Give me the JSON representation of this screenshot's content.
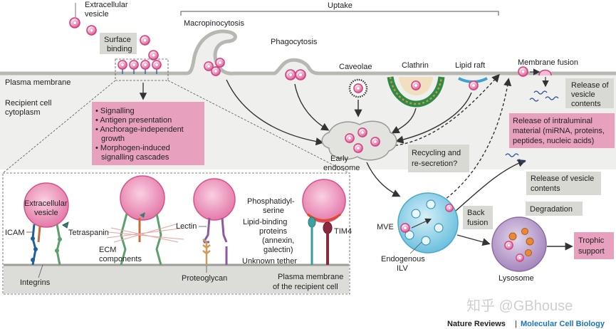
{
  "labels": {
    "extracellular_vesicle_top": [
      "Extracellular",
      "vesicle"
    ],
    "uptake": "Uptake",
    "surface_binding": [
      "Surface",
      "binding"
    ],
    "macropinocytosis": "Macropinocytosis",
    "phagocytosis": "Phagocytosis",
    "caveolae": "Caveolae",
    "clathrin": "Clathrin",
    "lipid_raft": "Lipid raft",
    "membrane_fusion": "Membrane fusion",
    "plasma_membrane": "Plasma membrane",
    "recipient_cell_cytoplasm": [
      "Recipient cell",
      "cytoplasm"
    ],
    "early_endosome": [
      "Early",
      "endosome"
    ],
    "recycling": [
      "Recycling and",
      "re-secretion?"
    ],
    "mve": "MVE",
    "endogenous_ilv": [
      "Endogenous",
      "ILV"
    ],
    "back_fusion": [
      "Back",
      "fusion"
    ],
    "lysosome": "Lysosome",
    "degradation": "Degradation",
    "trophic_support": [
      "Trophic",
      "support"
    ],
    "release_vesicle_contents_1": [
      "Release of",
      "vesicle",
      "contents"
    ],
    "release_intraluminal": [
      "Release of intraluminal",
      "material (miRNA, proteins,",
      "peptides, nucleic acids)"
    ],
    "release_vesicle_contents_2": [
      "Release of vesicle",
      "contents"
    ],
    "inset_extracellular_vesicle": [
      "Extracellular",
      "vesicle"
    ],
    "icam": "ICAM",
    "tetraspanin": "Tetraspanin",
    "ecm_components": [
      "ECM",
      "components"
    ],
    "integrins": "Integrins",
    "lectin": "Lectin",
    "proteoglycan": "Proteoglycan",
    "phosphatidylserine": [
      "Phosphatidyl-",
      "serine"
    ],
    "lipid_binding": [
      "Lipid-binding",
      "proteins",
      "(annexin,",
      "galectin)"
    ],
    "tim4": "TIM4",
    "unknown_tether": "Unknown tether",
    "inset_plasma_membrane": [
      "Plasma membrane",
      "of the recipient cell"
    ],
    "watermark": "知乎 @GBhouse",
    "footer_journal": "Nature Reviews",
    "footer_sep": "|",
    "footer_subjournal": "Molecular Cell Biology"
  },
  "signalling_list": [
    "Signalling",
    "Antigen presentation",
    "Anchorage-independent",
    "growth",
    "Morphogen-induced",
    "signalling cascades"
  ],
  "colors": {
    "vesicle_pink": "#e0649a",
    "label_box_grey": "#d9d9d4",
    "label_box_pink": "#e8a0bf",
    "cytoplasm_grey": "#ececea",
    "mve_blue": "#8fd0e6",
    "lysosome_purple": "#b49ac6",
    "footer_blue": "#1b75bb"
  }
}
